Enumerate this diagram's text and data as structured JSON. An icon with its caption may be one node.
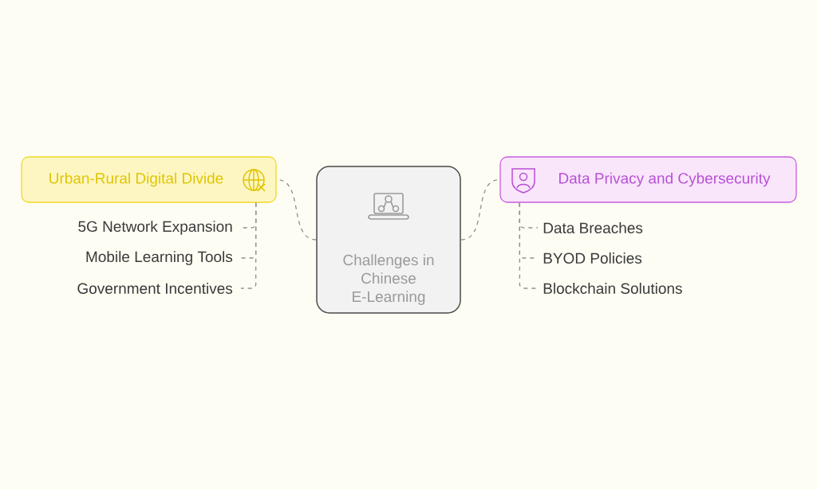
{
  "diagram": {
    "nodes": [
      {
        "text": [
          "Challenges in Chinese E-Learning"
        ]
      },
      {
        "text": [
          "Urban-Rural Digital Divide"
        ]
      },
      {
        "text": [
          "Data Privacy and Cybersecurity"
        ]
      },
      {
        "text": [
          "5G Network Expansion"
        ]
      },
      {
        "text": [
          "Mobile Learning Tools"
        ]
      },
      {
        "text": [
          "Government Incentives"
        ]
      },
      {
        "text": [
          "Data Breaches"
        ]
      },
      {
        "text": [
          "BYOD Policies"
        ]
      },
      {
        "text": [
          "Blockchain Solutions"
        ]
      }
    ],
    "edges": [
      {
        "from": 0,
        "to": 1,
        "arrow": "none"
      },
      {
        "from": 0,
        "to": 2,
        "arrow": "none"
      },
      {
        "from": 1,
        "to": 3,
        "arrow": "none"
      },
      {
        "from": 1,
        "to": 4,
        "arrow": "none"
      },
      {
        "from": 1,
        "to": 5,
        "arrow": "none"
      },
      {
        "from": 2,
        "to": 6,
        "arrow": "none"
      },
      {
        "from": 2,
        "to": 7,
        "arrow": "none"
      },
      {
        "from": 2,
        "to": 8,
        "arrow": "none"
      }
    ]
  }
}
